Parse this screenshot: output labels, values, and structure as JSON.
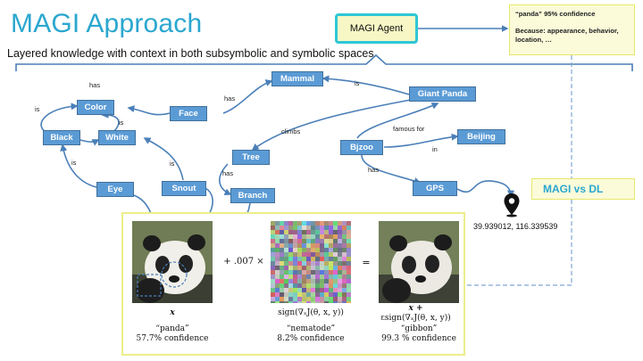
{
  "header": {
    "title": "MAGI Approach",
    "subtitle": "Layered knowledge with context in both subsymbolic and symbolic spaces"
  },
  "agent": {
    "label": "MAGI Agent"
  },
  "result_bubble": {
    "line1": "“panda”    95% confidence",
    "line2": "Because: appearance, behavior, location, …"
  },
  "nodes": {
    "mammal": "Mammal",
    "giant_panda": "Giant Panda",
    "color": "Color",
    "face": "Face",
    "black": "Black",
    "white": "White",
    "tree": "Tree",
    "bjzoo": "Bjzoo",
    "beijing": "Beijing",
    "eye": "Eye",
    "snout": "Snout",
    "branch": "Branch",
    "gps": "GPS"
  },
  "edge_labels": {
    "has_top": "has",
    "has_face": "has",
    "is_top": "is",
    "is_left": "is",
    "is_white": "is",
    "is_eye": "is",
    "is_snout": "is",
    "climbs": "climbs",
    "famous_for": "famous for",
    "in": "in",
    "has_tree": "has",
    "has_gps": "has"
  },
  "gps_coords": "39.939012, 116.339539",
  "magi_vs_dl": "MAGI vs DL",
  "adversarial": {
    "op1": "+ .007 ×",
    "op2": "=",
    "x_label": "x",
    "sign_label": "sign(∇ₓJ(θ, x, y))",
    "adv_label_1": "x +",
    "adv_label_2": "εsign(∇ₓJ(θ, x, y))",
    "captions": [
      {
        "name": "“panda”",
        "conf": "57.7% confidence"
      },
      {
        "name": "“nematode”",
        "conf": "8.2% confidence"
      },
      {
        "name": "“gibbon”",
        "conf": "99.3 % confidence"
      }
    ]
  },
  "colors": {
    "accent": "#2aa7cf",
    "node_fill": "#5b9bd5",
    "highlight_border": "#ecee8a",
    "agent_border": "#2ec7d6"
  }
}
